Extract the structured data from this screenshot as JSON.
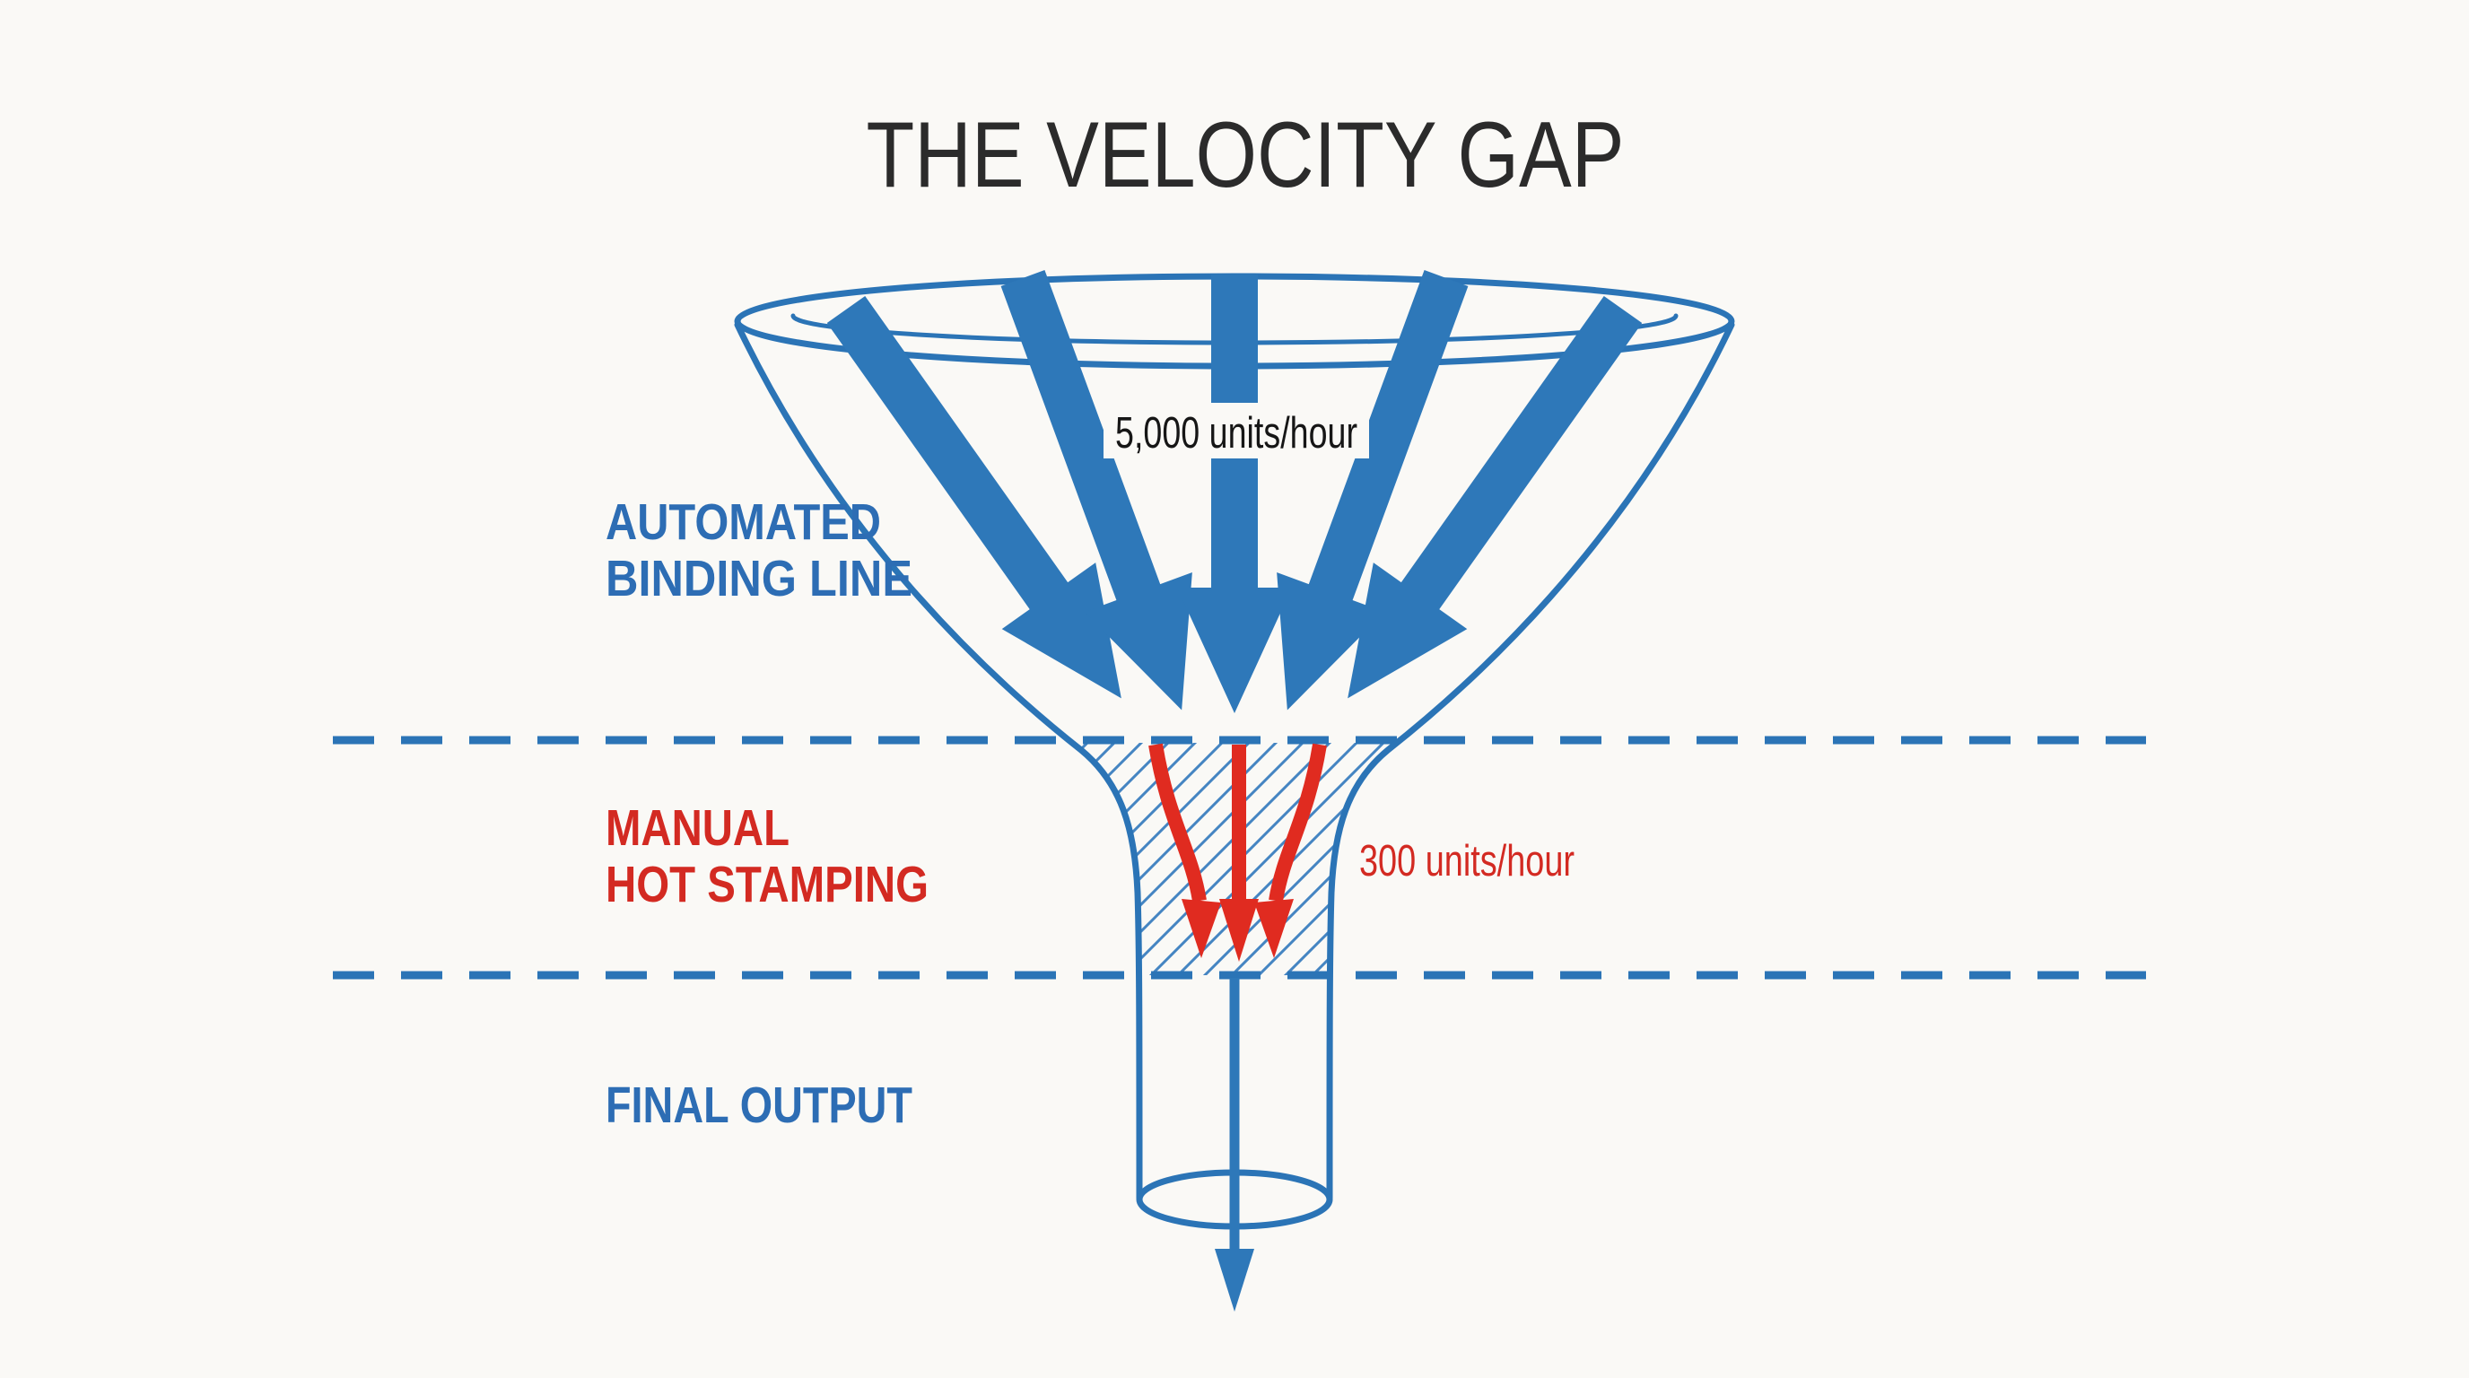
{
  "title": "THE VELOCITY GAP",
  "diagram_type": "process-funnel",
  "sections": {
    "automated": {
      "line1": "AUTOMATED",
      "line2": "BINDING LINE",
      "rate": "5,000 units/hour"
    },
    "manual": {
      "line1": "MANUAL",
      "line2": "HOT STAMPING",
      "rate": "300 units/hour"
    },
    "output": {
      "line1": "FINAL OUTPUT"
    }
  },
  "flow": {
    "input_rate_label": "5,000 units/hour",
    "bottleneck_rate_label": "300 units/hour",
    "input_arrow_count": 5,
    "bottleneck_arrow_count": 3,
    "output_arrow_count": 1
  },
  "icons": {
    "input_arrows": "five-thick-down-arrows-icon",
    "bottleneck_arrows": "three-curved-red-down-arrows-icon",
    "output_arrow": "thin-down-arrow-icon"
  },
  "colors": {
    "background": "#faf9f6",
    "arrow_blue": "#2e78b9",
    "outline_blue": "#2b74b6",
    "label_blue": "#2d6db4",
    "arrow_red": "#e02b20",
    "label_red": "#d32a22",
    "title_ink": "#2b2b2b",
    "value_ink": "#161616",
    "hatch_blue": "#4585c2"
  }
}
